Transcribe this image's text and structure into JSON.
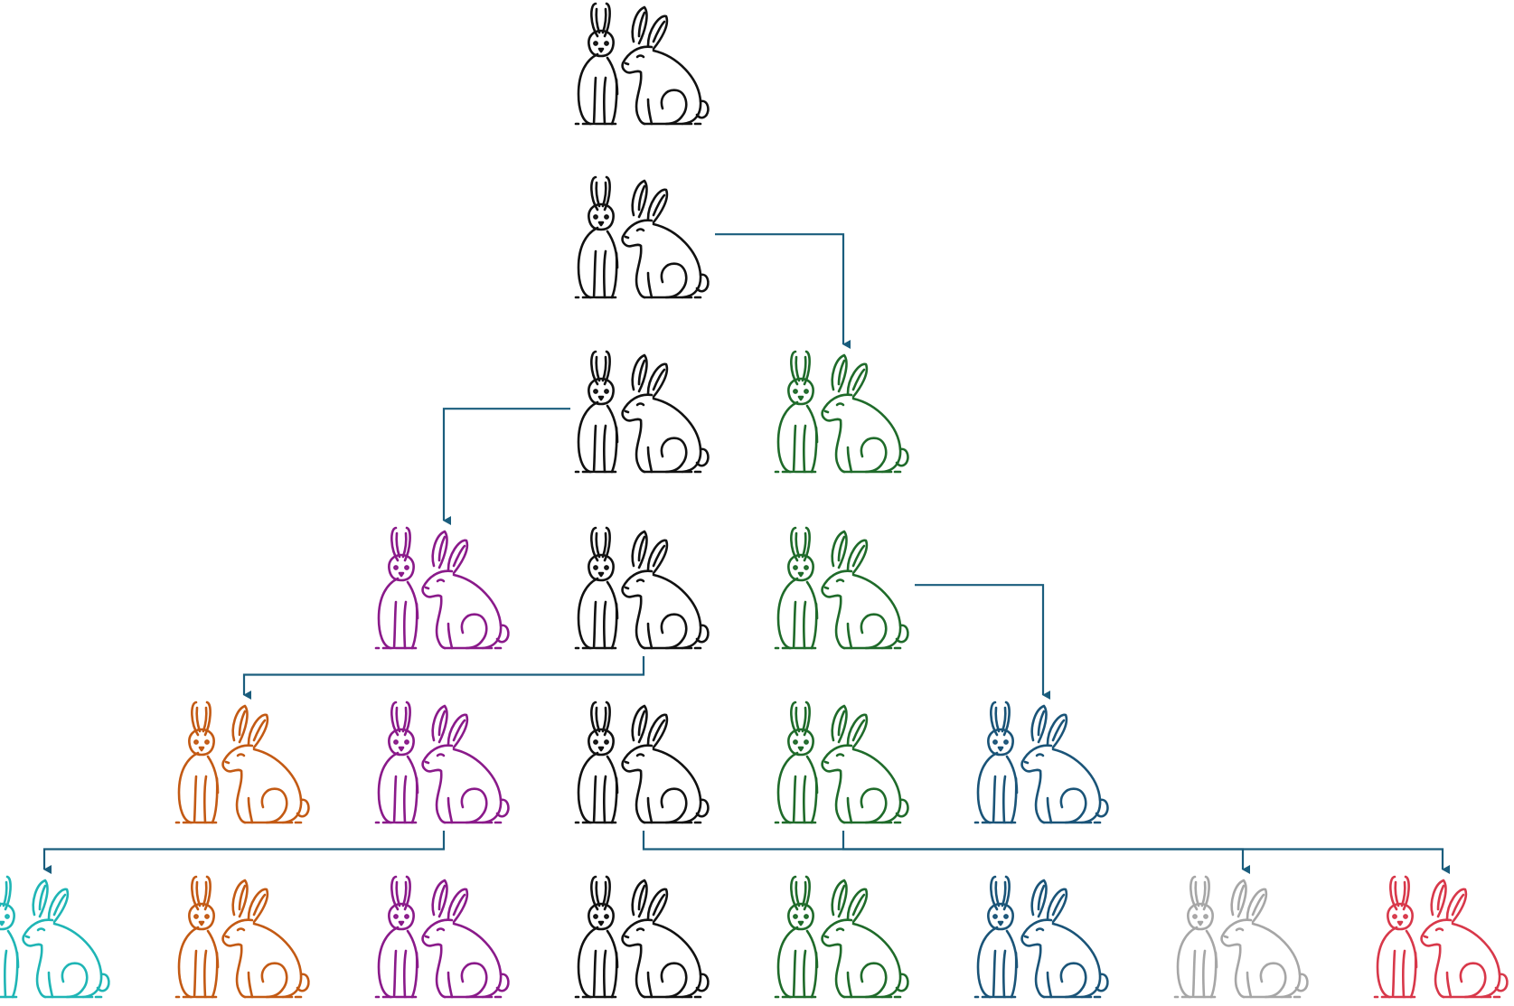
{
  "palette": {
    "black": "#111111",
    "green": "#1f6b2a",
    "purple": "#8a1a8a",
    "orange": "#c35a14",
    "blue": "#1a5478",
    "teal": "#1fb5b5",
    "gray": "#a6a6a6",
    "red": "#d8384a",
    "arrow": "#1a5d7d"
  },
  "rows": [
    [
      {
        "id": "r0c0",
        "color": "black"
      }
    ],
    [
      {
        "id": "r1c0",
        "color": "black"
      }
    ],
    [
      {
        "id": "r2c0",
        "color": "black"
      },
      {
        "id": "r2c1",
        "color": "green"
      }
    ],
    [
      {
        "id": "r3c0",
        "color": "purple"
      },
      {
        "id": "r3c1",
        "color": "black"
      },
      {
        "id": "r3c2",
        "color": "green"
      }
    ],
    [
      {
        "id": "r4c0",
        "color": "orange"
      },
      {
        "id": "r4c1",
        "color": "purple"
      },
      {
        "id": "r4c2",
        "color": "black"
      },
      {
        "id": "r4c3",
        "color": "green"
      },
      {
        "id": "r4c4",
        "color": "blue"
      }
    ],
    [
      {
        "id": "r5c0",
        "color": "teal"
      },
      {
        "id": "r5c1",
        "color": "orange"
      },
      {
        "id": "r5c2",
        "color": "purple"
      },
      {
        "id": "r5c3",
        "color": "black"
      },
      {
        "id": "r5c4",
        "color": "green"
      },
      {
        "id": "r5c5",
        "color": "blue"
      },
      {
        "id": "r5c6",
        "color": "gray"
      },
      {
        "id": "r5c7",
        "color": "red"
      }
    ]
  ],
  "edges": [
    {
      "from": "r1c0",
      "to": "r2c1"
    },
    {
      "from": "r2c0",
      "to": "r3c0"
    },
    {
      "from": "r3c2",
      "to": "r4c4"
    },
    {
      "from": "r3c1",
      "to": "r4c0"
    },
    {
      "from": "r4c1",
      "to": "r5c0"
    },
    {
      "from": "r4c2",
      "to": "r5c6"
    },
    {
      "from": "r4c3",
      "to": "r5c7"
    }
  ]
}
